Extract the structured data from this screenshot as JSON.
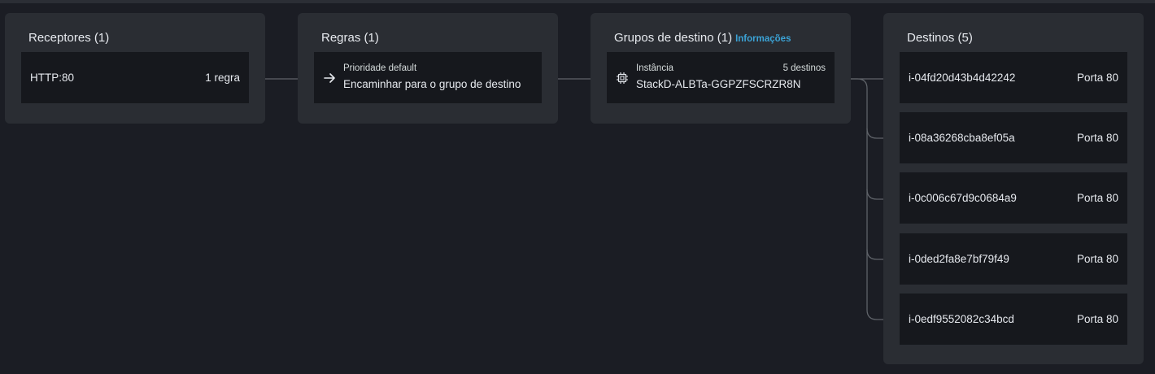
{
  "colors": {
    "background": "#1b1d24",
    "panel": "#2a2d33",
    "node": "#16181d",
    "connector": "#5f6369",
    "link": "#3ba3d6",
    "text": "#e6e9ee"
  },
  "listeners": {
    "title": "Receptores (1)",
    "items": [
      {
        "protocol_port": "HTTP:80",
        "rules": "1 regra"
      }
    ]
  },
  "rules": {
    "title": "Regras (1)",
    "items": [
      {
        "icon": "arrow-right-icon",
        "priority": "Prioridade default",
        "action": "Encaminhar para o grupo de destino"
      }
    ]
  },
  "target_groups": {
    "title": "Grupos de destino (1)",
    "info_link": "Informações",
    "items": [
      {
        "icon": "chip-icon",
        "type": "Instância",
        "count": "5 destinos",
        "name": "StackD-ALBTa-GGPZFSCRZR8N"
      }
    ]
  },
  "targets": {
    "title": "Destinos (5)",
    "items": [
      {
        "id": "i-04fd20d43b4d42242",
        "port": "Porta 80"
      },
      {
        "id": "i-08a36268cba8ef05a",
        "port": "Porta 80"
      },
      {
        "id": "i-0c006c67d9c0684a9",
        "port": "Porta 80"
      },
      {
        "id": "i-0ded2fa8e7bf79f49",
        "port": "Porta 80"
      },
      {
        "id": "i-0edf9552082c34bcd",
        "port": "Porta 80"
      }
    ]
  }
}
